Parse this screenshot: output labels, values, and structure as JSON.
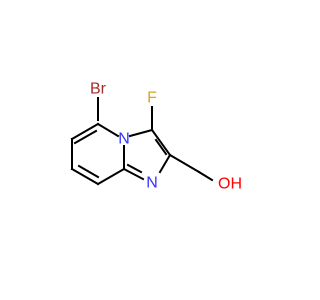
{
  "colors": {
    "background": "#ffffff",
    "bond": "#000000",
    "nitrogen": "#3333ff",
    "bromine": "#a52a2a",
    "fluorine": "#daa520",
    "oxygen": "#ff0000"
  },
  "molecule": {
    "atoms": {
      "br": "Br",
      "f": "F",
      "n_bridge": "N",
      "n_ring": "N",
      "oh": "OH"
    }
  }
}
